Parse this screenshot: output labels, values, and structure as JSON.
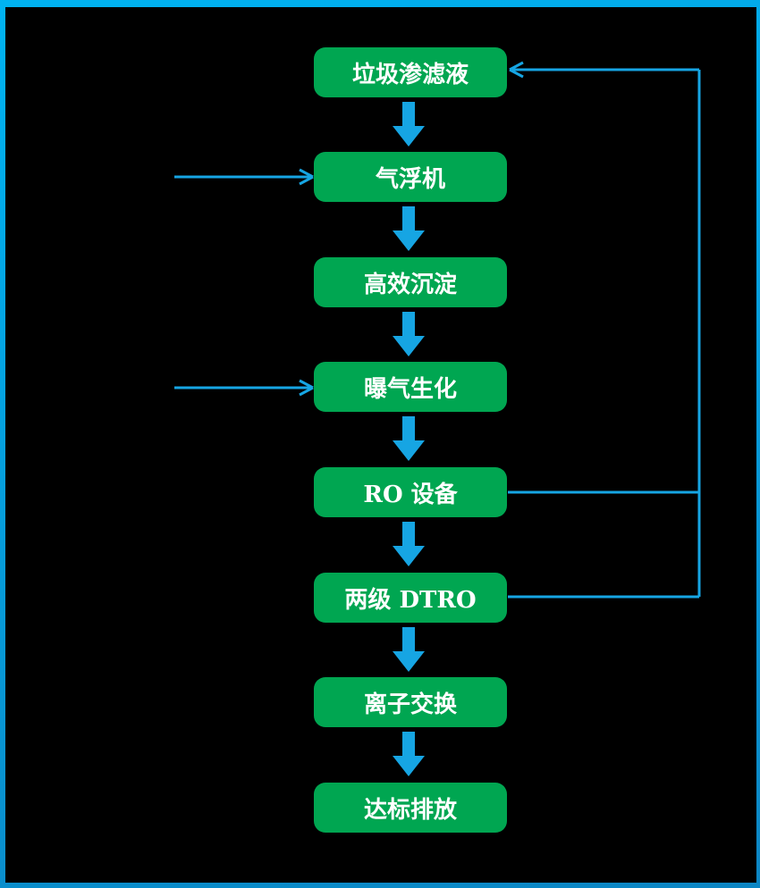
{
  "diagram": {
    "type": "flowchart",
    "description": "Landfill leachate treatment process flow",
    "nodes": [
      {
        "id": "leachate",
        "label": "垃圾渗滤液"
      },
      {
        "id": "air-flotation",
        "label": "气浮机"
      },
      {
        "id": "high-efficiency-sedimentation",
        "label": "高效沉淀"
      },
      {
        "id": "aeration-biochemical",
        "label": "曝气生化"
      },
      {
        "id": "ro-equipment",
        "label": "RO 设备"
      },
      {
        "id": "two-stage-dtro",
        "label": "两级 DTRO"
      },
      {
        "id": "ion-exchange",
        "label": "离子交换"
      },
      {
        "id": "discharge",
        "label": "达标排放"
      }
    ],
    "edges": [
      {
        "from": "leachate",
        "to": "air-flotation",
        "style": "thick-down-arrow"
      },
      {
        "from": "air-flotation",
        "to": "high-efficiency-sedimentation",
        "style": "thick-down-arrow"
      },
      {
        "from": "high-efficiency-sedimentation",
        "to": "aeration-biochemical",
        "style": "thick-down-arrow"
      },
      {
        "from": "aeration-biochemical",
        "to": "ro-equipment",
        "style": "thick-down-arrow"
      },
      {
        "from": "ro-equipment",
        "to": "two-stage-dtro",
        "style": "thick-down-arrow"
      },
      {
        "from": "two-stage-dtro",
        "to": "ion-exchange",
        "style": "thick-down-arrow"
      },
      {
        "from": "ion-exchange",
        "to": "discharge",
        "style": "thick-down-arrow"
      },
      {
        "from": "external-left",
        "to": "air-flotation",
        "style": "thin-line-arrow"
      },
      {
        "from": "external-left",
        "to": "aeration-biochemical",
        "style": "thin-line-arrow"
      },
      {
        "from": "ro-equipment",
        "to": "leachate",
        "style": "thin-line-arrow-feedback-right"
      },
      {
        "from": "two-stage-dtro",
        "to": "leachate",
        "style": "thin-line-arrow-feedback-right"
      }
    ]
  },
  "colors": {
    "background": "#000000",
    "box_green": "#00A651",
    "arrow_blue": "#16A5E3",
    "border_blue_top": "#00B3F2",
    "border_blue_bottom": "#0C86C4",
    "label_text": "#FFFFFF"
  }
}
